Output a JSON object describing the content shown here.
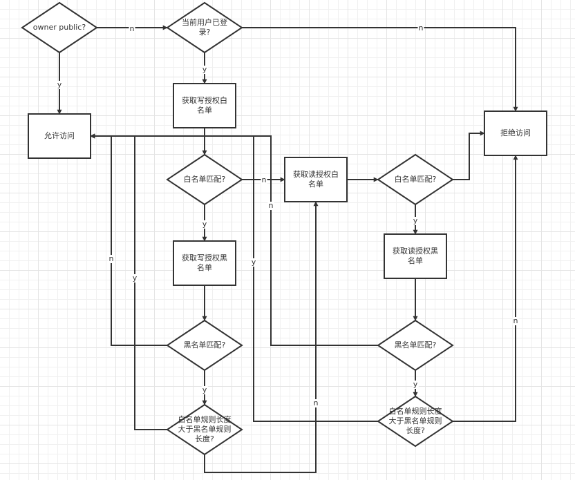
{
  "diagram": {
    "title": "",
    "colors": {
      "stroke": "#333333",
      "fill": "#ffffff",
      "text": "#333333",
      "grid": "#e4e4e4"
    },
    "nodes": [
      {
        "id": "owner_public",
        "type": "decision",
        "label": "owner public?"
      },
      {
        "id": "logged_in",
        "type": "decision",
        "label": "当前用户已登录?"
      },
      {
        "id": "allow",
        "type": "process",
        "label": "允许访问"
      },
      {
        "id": "get_write_white",
        "type": "process",
        "label": "获取写授权白名单"
      },
      {
        "id": "write_white_match",
        "type": "decision",
        "label": "白名单匹配?"
      },
      {
        "id": "get_write_black",
        "type": "process",
        "label": "获取写授权黑名单"
      },
      {
        "id": "write_black_match",
        "type": "decision",
        "label": "黑名单匹配?"
      },
      {
        "id": "write_len_cmp",
        "type": "decision",
        "label": "白名单规则长度大于黑名单规则长度?"
      },
      {
        "id": "get_read_white",
        "type": "process",
        "label": "获取读授权白名单"
      },
      {
        "id": "read_white_match",
        "type": "decision",
        "label": "白名单匹配?"
      },
      {
        "id": "get_read_black",
        "type": "process",
        "label": "获取读授权黑名单"
      },
      {
        "id": "read_black_match",
        "type": "decision",
        "label": "黑名单匹配?"
      },
      {
        "id": "read_len_cmp",
        "type": "decision",
        "label": "白名单规则长度大于黑名单规则长度?"
      },
      {
        "id": "deny",
        "type": "process",
        "label": "拒绝访问"
      }
    ],
    "edges": [
      {
        "from": "owner_public",
        "to": "logged_in",
        "label": "n"
      },
      {
        "from": "owner_public",
        "to": "allow",
        "label": "y"
      },
      {
        "from": "logged_in",
        "to": "deny",
        "label": "n"
      },
      {
        "from": "logged_in",
        "to": "get_write_white",
        "label": "y"
      },
      {
        "from": "get_write_white",
        "to": "write_white_match",
        "label": ""
      },
      {
        "from": "write_white_match",
        "to": "get_read_white",
        "label": "n"
      },
      {
        "from": "write_white_match",
        "to": "get_write_black",
        "label": "y"
      },
      {
        "from": "get_write_black",
        "to": "write_black_match",
        "label": ""
      },
      {
        "from": "write_black_match",
        "to": "allow",
        "label": "n"
      },
      {
        "from": "write_black_match",
        "to": "write_len_cmp",
        "label": "y"
      },
      {
        "from": "write_len_cmp",
        "to": "allow",
        "label": "y"
      },
      {
        "from": "write_len_cmp",
        "to": "get_read_white",
        "label": "n"
      },
      {
        "from": "get_read_white",
        "to": "read_white_match",
        "label": ""
      },
      {
        "from": "read_white_match",
        "to": "deny",
        "label": ""
      },
      {
        "from": "read_white_match",
        "to": "get_read_black",
        "label": "y"
      },
      {
        "from": "get_read_black",
        "to": "read_black_match",
        "label": ""
      },
      {
        "from": "read_black_match",
        "to": "allow",
        "label": "n"
      },
      {
        "from": "read_black_match",
        "to": "read_len_cmp",
        "label": "y"
      },
      {
        "from": "read_len_cmp",
        "to": "allow",
        "label": "y"
      },
      {
        "from": "read_len_cmp",
        "to": "deny",
        "label": "n"
      }
    ]
  }
}
